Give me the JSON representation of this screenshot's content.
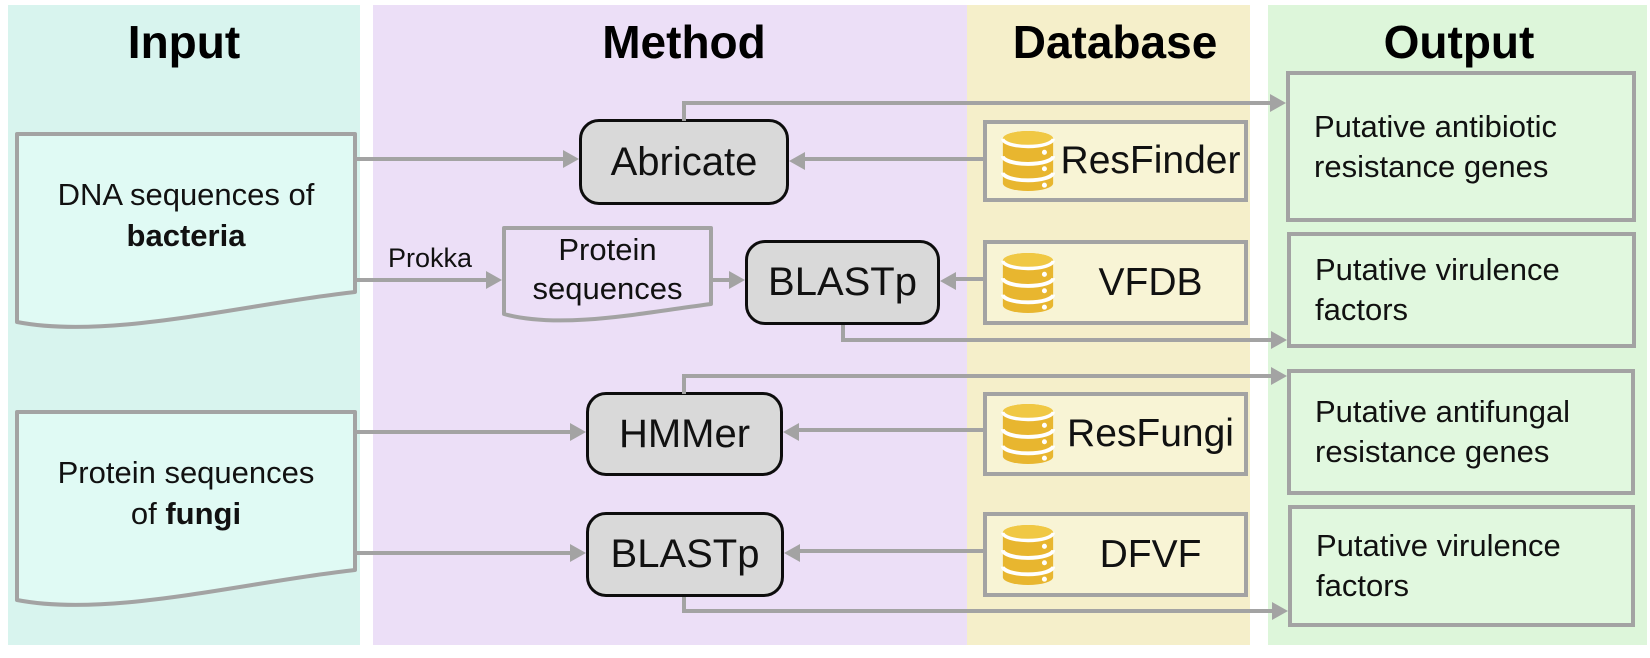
{
  "figure": {
    "headers": {
      "input": "Input",
      "method": "Method",
      "database": "Database",
      "output": "Output"
    },
    "inputs": [
      {
        "line1": "DNA sequences of",
        "line2_normal": "",
        "line2_bold": "bacteria"
      },
      {
        "line1": "Protein sequences",
        "line2_normal": "of ",
        "line2_bold": "fungi"
      }
    ],
    "prokka_label": "Prokka",
    "intermediate": {
      "line1": "Protein",
      "line2": "sequences"
    },
    "methods": [
      {
        "label": "Abricate"
      },
      {
        "label": "BLASTp"
      },
      {
        "label": "HMMer"
      },
      {
        "label": "BLASTp"
      }
    ],
    "databases": [
      {
        "label": "ResFinder"
      },
      {
        "label": "VFDB"
      },
      {
        "label": "ResFungi"
      },
      {
        "label": "DFVF"
      }
    ],
    "outputs": [
      {
        "line1": "Putative antibiotic",
        "line2": "resistance genes"
      },
      {
        "line1": "Putative virulence",
        "line2": "factors"
      },
      {
        "line1": "Putative antifungal",
        "line2": "resistance genes"
      },
      {
        "line1": "Putative virulence",
        "line2": "factors"
      }
    ],
    "colors": {
      "input_bg": "#d8f4ee",
      "method_bg": "#ecdff7",
      "database_bg": "#f5efca",
      "output_bg": "#ddf6da",
      "method_box_fill": "#d9d9d9",
      "connector_gray": "#a3a3a3",
      "database_icon_gold": "#e8b62f"
    }
  }
}
